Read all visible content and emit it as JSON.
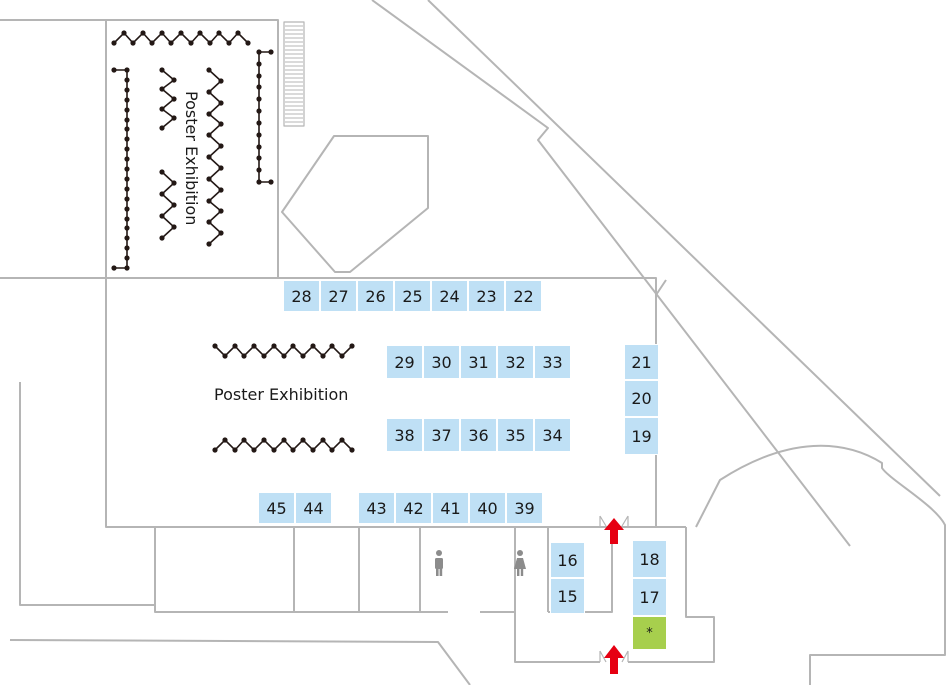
{
  "floor_plan": {
    "poster_label_main": "Poster Exhibition",
    "poster_label_side": "Poster Exhibition",
    "booths": [
      "28",
      "27",
      "26",
      "25",
      "24",
      "23",
      "22",
      "21",
      "20",
      "19",
      "29",
      "30",
      "31",
      "32",
      "33",
      "38",
      "37",
      "36",
      "35",
      "34",
      "45",
      "44",
      "43",
      "42",
      "41",
      "40",
      "39",
      "16",
      "15",
      "18",
      "17"
    ],
    "special_booth": "*",
    "restroom_icons": [
      "male-restroom-icon",
      "female-restroom-icon"
    ],
    "entrance_icons": [
      "entrance-arrow-icon",
      "entrance-arrow-icon"
    ],
    "colors": {
      "booth": "#bfe0f5",
      "special_booth": "#a7cf4d",
      "walls": "#b5b5b5",
      "poster_board": "#231815",
      "restroom_icon": "#8c8c8c",
      "entrance_arrow": "#e60012"
    }
  }
}
